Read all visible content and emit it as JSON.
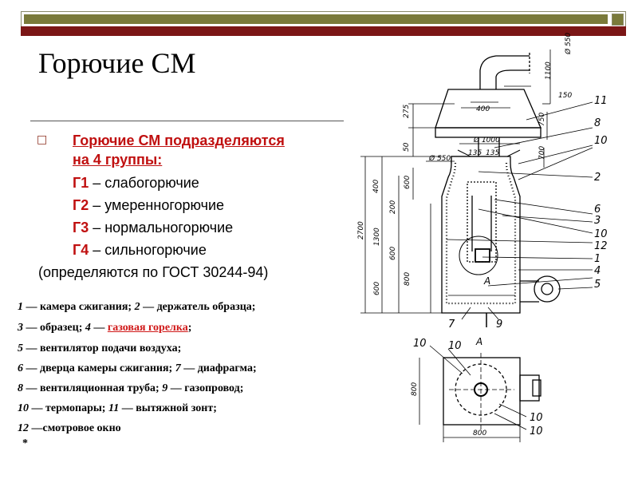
{
  "slide": {
    "title": "Горючие СМ",
    "heading_line1": "Горючие СМ подразделяются",
    "heading_line2": "на 4 группы:",
    "groups": [
      {
        "code": "Г1",
        "text": " – слабогорючие"
      },
      {
        "code": "Г2",
        "text": " – умеренногорючие"
      },
      {
        "code": "Г3",
        "text": " – нормальногорючие"
      },
      {
        "code": "Г4",
        "text": " – сильногорючие"
      }
    ],
    "gost_note": "(определяются по ГОСТ 30244-94)",
    "legend": {
      "l1_n1": "1",
      "l1_t1": " — камера сжигания; ",
      "l1_n2": "2",
      "l1_t2": " — держатель образца;",
      "l2_n1": "3",
      "l2_t1": " — образец; ",
      "l2_n2": "4",
      "l2_t2": " — ",
      "l2_link": "газовая горелка",
      "l2_t3": ";",
      "l3_n1": "5",
      "l3_t1": " — вентилятор подачи воздуха;",
      "l4_n1": "6",
      "l4_t1": " — дверца камеры сжигания; ",
      "l4_n2": "7",
      "l4_t2": " — диафрагма;",
      "l5_n1": "8",
      "l5_t1": " — вентиляционная труба; ",
      "l5_n2": "9",
      "l5_t2": " — газопровод;",
      "l6_n1": "10",
      "l6_t1": " — термопары; ",
      "l6_n2": "11",
      "l6_t2": " — вытяжной зонт;",
      "l7_n1": "12",
      "l7_t1": "  —смотровое окно",
      "star": "*"
    }
  },
  "drawing": {
    "dims": {
      "d550_top": "Ø 550",
      "d1100": "1100",
      "d150": "150",
      "d275": "275",
      "d400": "400",
      "d750": "750",
      "d50": "50",
      "d1000": "Ø 1000",
      "d135a": "135",
      "d135b": "135",
      "d700": "700",
      "d550_mid": "Ø 550",
      "d600a": "600",
      "d400v": "400",
      "d200": "200",
      "d2700": "2700",
      "d1300": "1300",
      "d600b": "600",
      "d600c": "600",
      "d800": "800",
      "d800_side": "800",
      "d800_bottom": "800",
      "arrowA1": "А",
      "arrowA2": "А"
    },
    "callouts": {
      "c11": "11",
      "c8": "8",
      "c10a": "10",
      "c2": "2",
      "c6": "6",
      "c3": "3",
      "c10b": "10",
      "c12": "12",
      "c1": "1",
      "c4": "4",
      "c5": "5",
      "c7": "7",
      "c9": "9",
      "c10_pl1": "10",
      "c10_pl2": "10",
      "c10_pl3": "10",
      "c10_pl4": "10"
    }
  }
}
